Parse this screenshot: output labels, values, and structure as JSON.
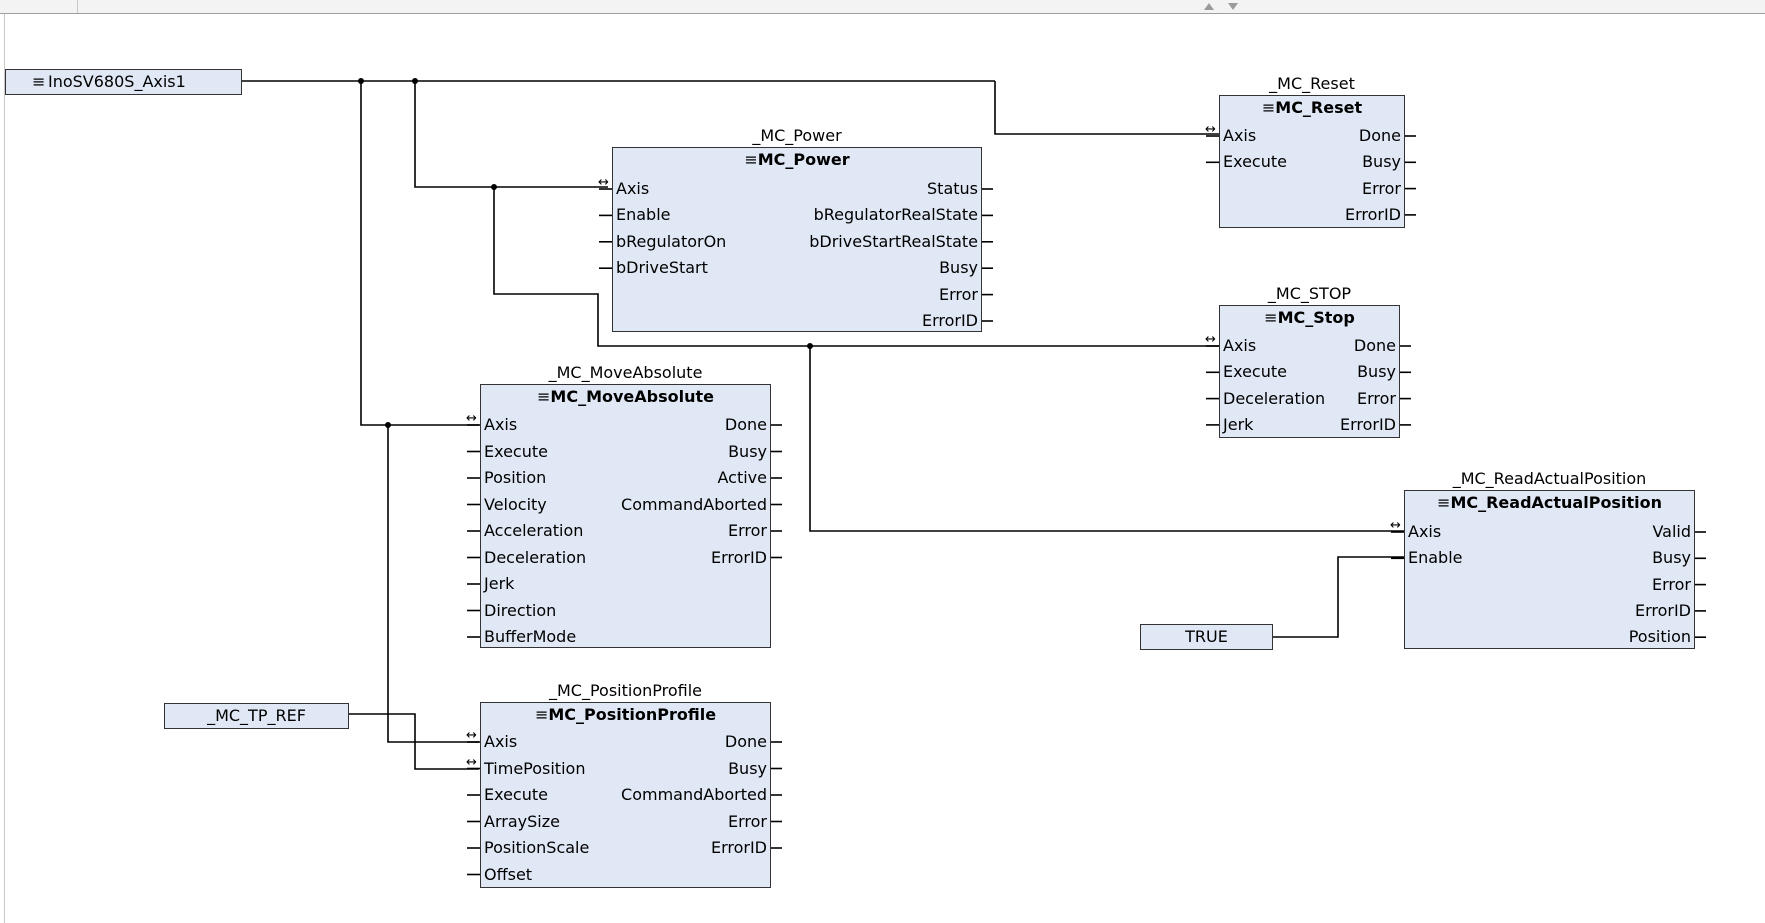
{
  "menu_glyph": "≡",
  "bidir_glyph": "↔",
  "variables": {
    "axis": "InoSV680S_Axis1",
    "tp_ref": "_MC_TP_REF",
    "true_const": "TRUE"
  },
  "blocks": {
    "reset": {
      "instance": "_MC_Reset",
      "type": "MC_Reset",
      "inputs": [
        "Axis",
        "Execute"
      ],
      "outputs": [
        "Done",
        "Busy",
        "Error",
        "ErrorID"
      ]
    },
    "power": {
      "instance": "_MC_Power",
      "type": "MC_Power",
      "inputs": [
        "Axis",
        "Enable",
        "bRegulatorOn",
        "bDriveStart"
      ],
      "outputs": [
        "Status",
        "bRegulatorRealState",
        "bDriveStartRealState",
        "Busy",
        "Error",
        "ErrorID"
      ]
    },
    "stop": {
      "instance": "_MC_STOP",
      "type": "MC_Stop",
      "inputs": [
        "Axis",
        "Execute",
        "Deceleration",
        "Jerk"
      ],
      "outputs": [
        "Done",
        "Busy",
        "Error",
        "ErrorID"
      ]
    },
    "move": {
      "instance": "_MC_MoveAbsolute",
      "type": "MC_MoveAbsolute",
      "inputs": [
        "Axis",
        "Execute",
        "Position",
        "Velocity",
        "Acceleration",
        "Deceleration",
        "Jerk",
        "Direction",
        "BufferMode"
      ],
      "outputs": [
        "Done",
        "Busy",
        "Active",
        "CommandAborted",
        "Error",
        "ErrorID"
      ]
    },
    "read": {
      "instance": "_MC_ReadActualPosition",
      "type": "MC_ReadActualPosition",
      "inputs": [
        "Axis",
        "Enable"
      ],
      "outputs": [
        "Valid",
        "Busy",
        "Error",
        "ErrorID",
        "Position"
      ]
    },
    "profile": {
      "instance": "_MC_PositionProfile",
      "type": "MC_PositionProfile",
      "inputs": [
        "Axis",
        "TimePosition",
        "Execute",
        "ArraySize",
        "PositionScale",
        "Offset"
      ],
      "outputs": [
        "Done",
        "Busy",
        "CommandAborted",
        "Error",
        "ErrorID"
      ]
    }
  }
}
